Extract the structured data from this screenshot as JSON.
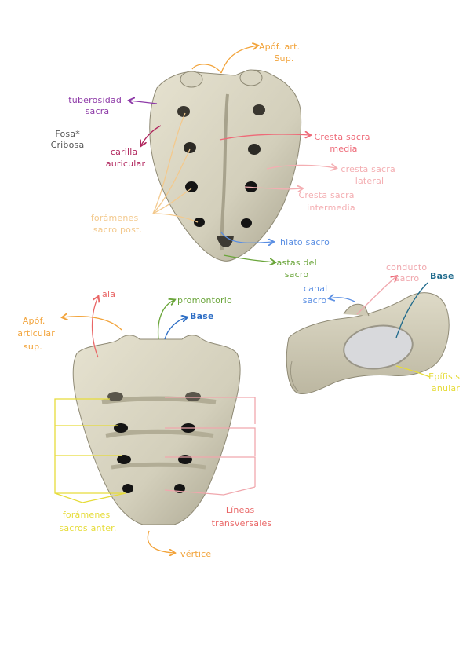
{
  "colors": {
    "bone": "#dcd8c5",
    "bone_dark": "#b8b39d",
    "bone_shadow": "#8f8a75",
    "hole": "#141414",
    "orange": "#f2a33a",
    "purple": "#8e3aa8",
    "magenta": "#b0245c",
    "pink": "#ee6a78",
    "pink_light": "#f0a7ad",
    "salmon": "#f4aeb2",
    "peach": "#f3c98d",
    "blue": "#5b8fe3",
    "blue_dark": "#2b6cc4",
    "green": "#6aa53a",
    "yellow": "#e6dc3a",
    "red": "#e96666",
    "gray": "#555555",
    "teal": "#1f6a8c"
  },
  "posterior": {
    "apof_art_sup": [
      "Apóf. art.",
      "Sup."
    ],
    "tuberosidad_sacra": [
      "tuberosidad",
      "sacra"
    ],
    "fosa_cribosa": [
      "Fosa*",
      "Cribosa"
    ],
    "carilla_auricular": [
      "carilla",
      "auricular"
    ],
    "cresta_sacra_media": [
      "Cresta sacra",
      "media"
    ],
    "cresta_sacra_lateral": [
      "cresta sacra",
      "lateral"
    ],
    "cresta_sacra_intermedia": [
      "Cresta sacra",
      "intermedia"
    ],
    "foramenes_sacro_post": [
      "forámenes",
      "sacro post."
    ],
    "hiato_sacro": "hiato sacro",
    "astas_del_sacro": [
      "astas del",
      "sacro"
    ]
  },
  "lateral": {
    "conducto_sacro": [
      "conducto",
      "sacro"
    ],
    "base": "Base",
    "canal_sacro": [
      "canal",
      "sacro"
    ],
    "epifisis_anular": [
      "Epífisis",
      "anular"
    ]
  },
  "anterior": {
    "ala": "ala",
    "apof_articular_sup": [
      "Apóf.",
      "articular",
      "sup."
    ],
    "promontorio": "promontorio",
    "base": "Base",
    "foramenes_sacros_anter": [
      "forámenes",
      "sacros anter."
    ],
    "lineas_transversales": [
      "Líneas",
      "transversales"
    ],
    "vertice": "vértice"
  }
}
